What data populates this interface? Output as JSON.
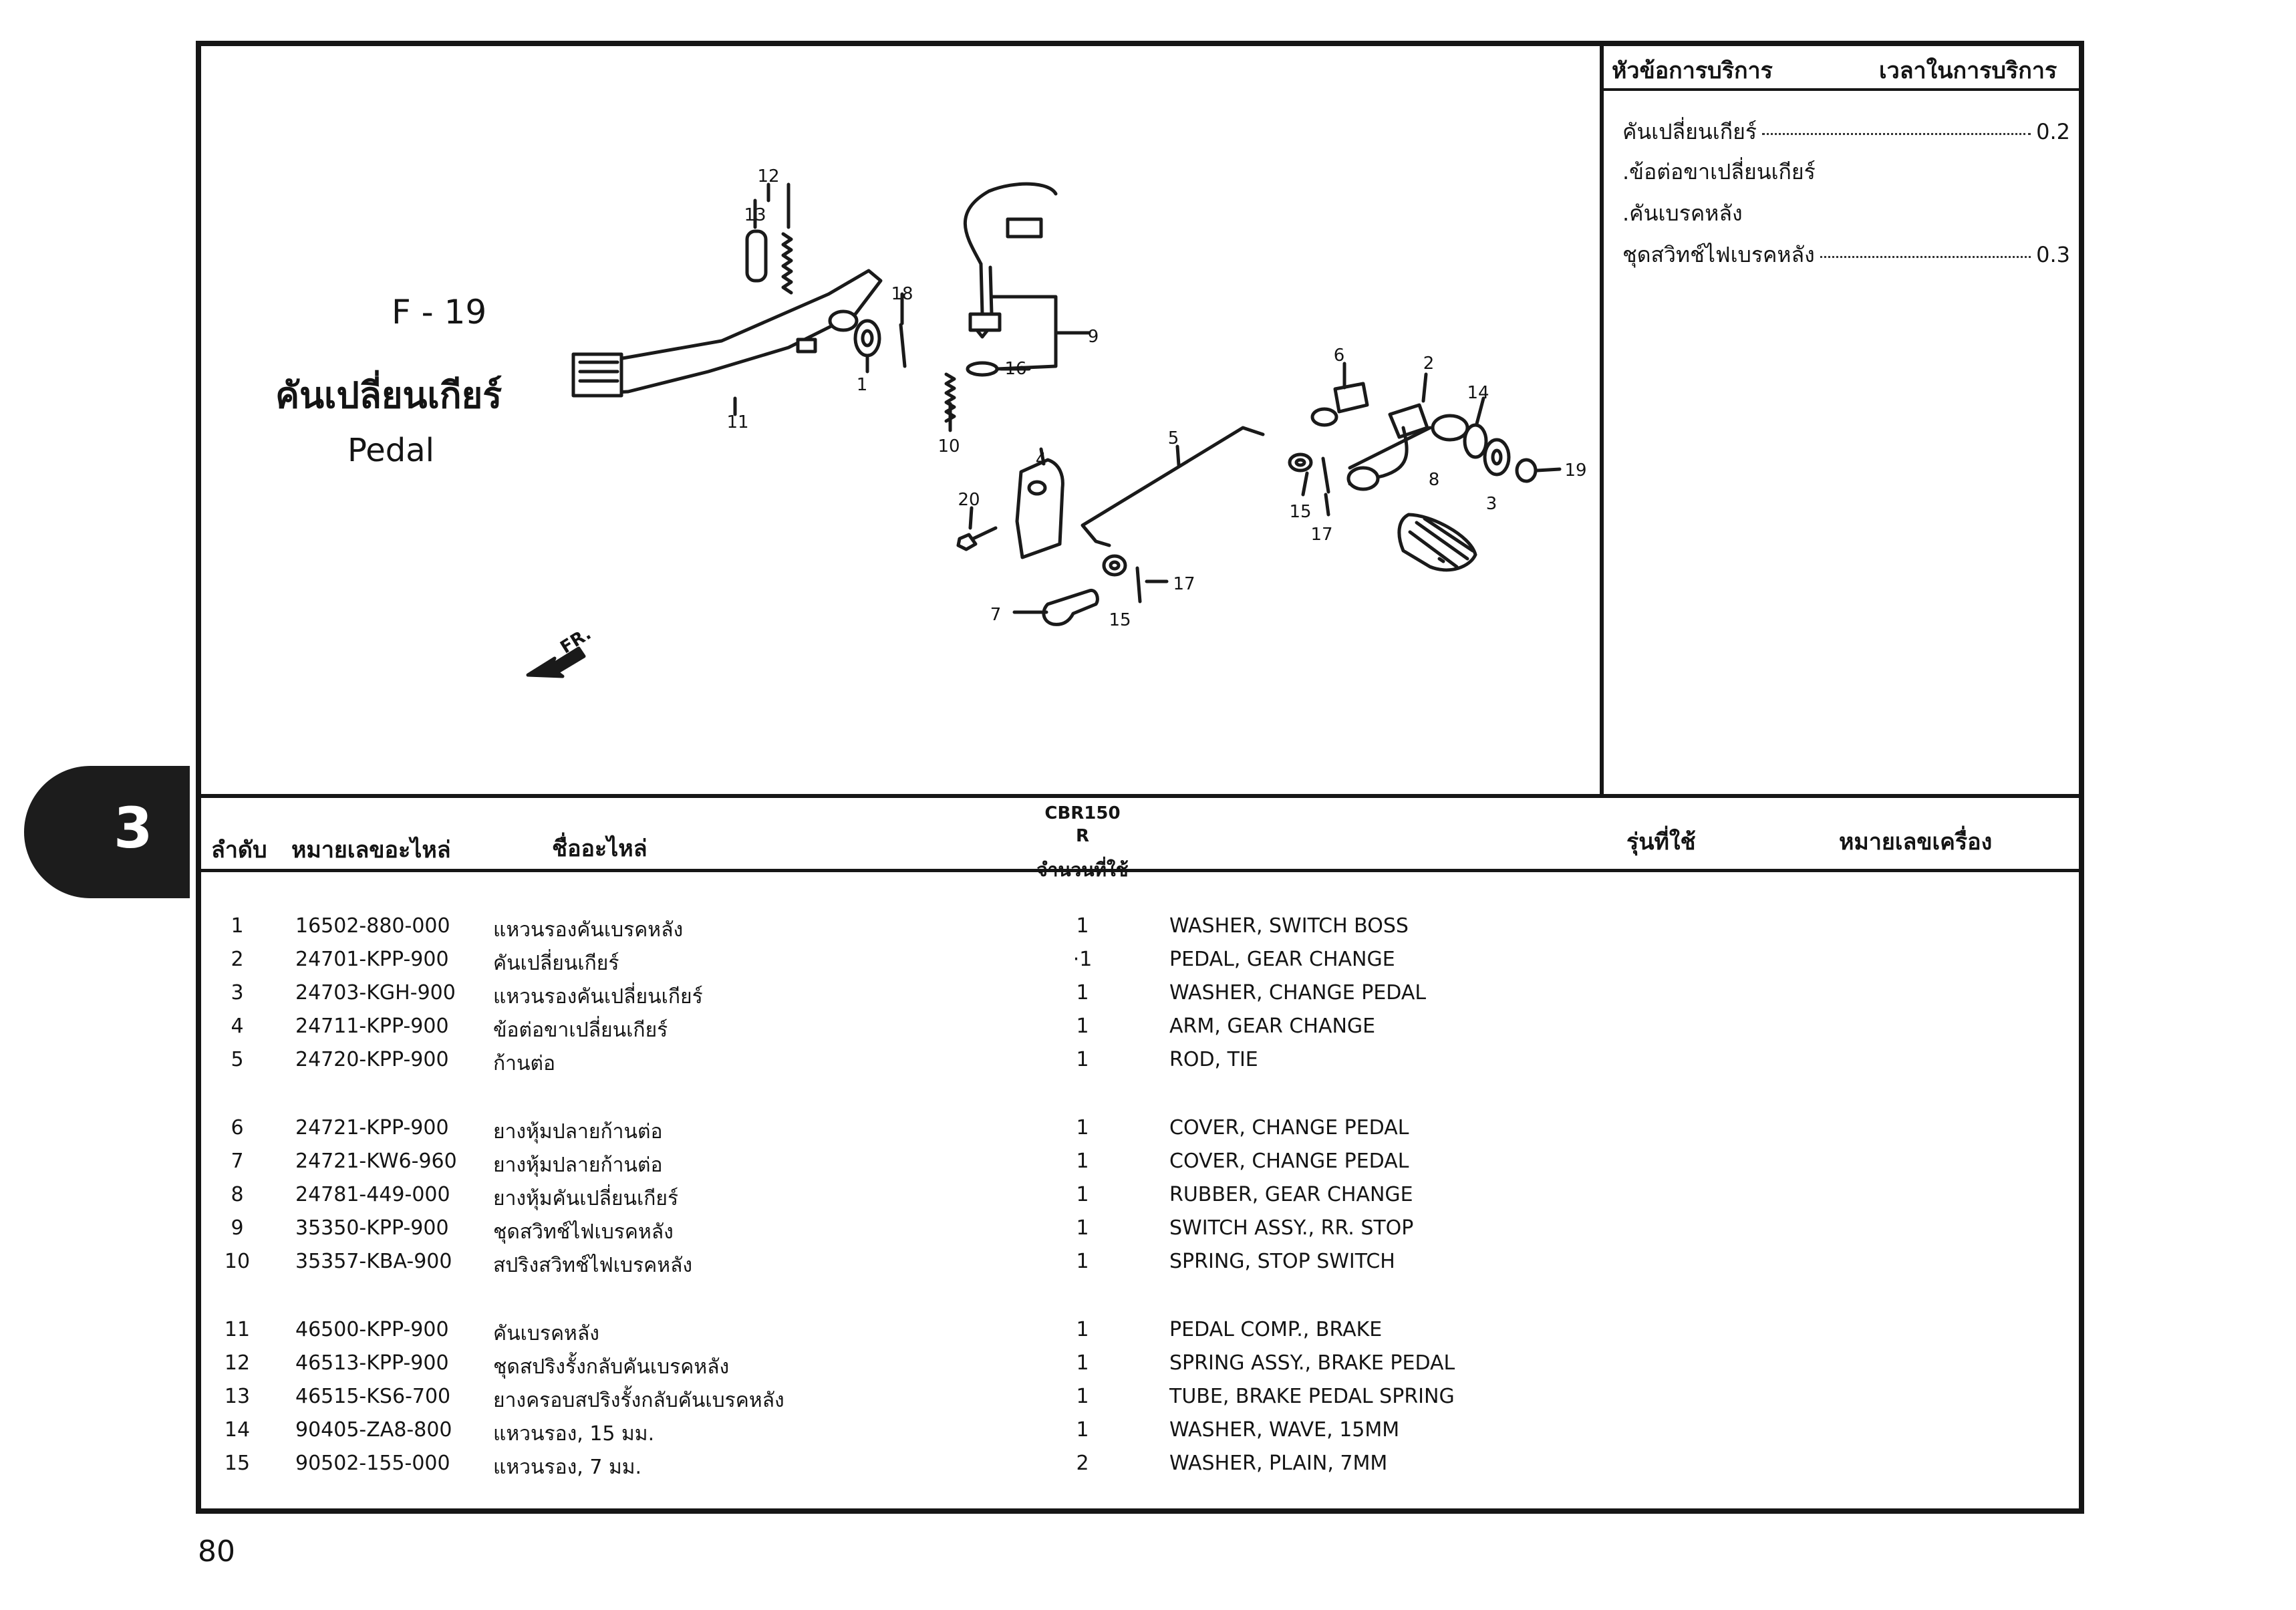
{
  "figure": {
    "code": "F - 19",
    "title_th": "คันเปลี่ยนเกียร์",
    "title_en": "Pedal",
    "front_label": "FR.",
    "callouts": [
      "12",
      "13",
      "18",
      "9",
      "16",
      "1",
      "11",
      "10",
      "6",
      "2",
      "14",
      "19",
      "3",
      "8",
      "5",
      "15",
      "17",
      "4",
      "20",
      "17",
      "15",
      "7"
    ]
  },
  "service": {
    "header_item": "หัวข้อการบริการ",
    "header_time": "เวลาในการบริการ",
    "rows": [
      {
        "label": "คันเปลี่ยนเกียร์",
        "time": "0.2"
      },
      {
        "label": ".ข้อต่อขาเปลี่ยนเกียร์",
        "time": ""
      },
      {
        "label": ".คันเบรคหลัง",
        "time": ""
      },
      {
        "label": "ชุดสวิทช์ไฟเบรคหลัง",
        "time": "0.3"
      }
    ]
  },
  "section_tab": "3",
  "table": {
    "headers": {
      "no": "ลำดับ",
      "part_no": "หมายเลขอะไหล่",
      "name": "ชื่ออะไหล่",
      "model": "CBR150",
      "model_sub": "R",
      "qty": "จำนวนที่ใช้",
      "models_used": "รุ่นที่ใช้",
      "engine_no": "หมายเลขเครื่อง"
    },
    "rows": [
      {
        "no": "1",
        "part": "16502-880-000",
        "th": "แหวนรองคันเบรคหลัง",
        "qty": "1",
        "en": "WASHER, SWITCH BOSS"
      },
      {
        "no": "2",
        "part": "24701-KPP-900",
        "th": "คันเปลี่ยนเกียร์",
        "qty": "·1",
        "en": "PEDAL, GEAR CHANGE"
      },
      {
        "no": "3",
        "part": "24703-KGH-900",
        "th": "แหวนรองคันเปลี่ยนเกียร์",
        "qty": "1",
        "en": "WASHER, CHANGE PEDAL"
      },
      {
        "no": "4",
        "part": "24711-KPP-900",
        "th": "ข้อต่อขาเปลี่ยนเกียร์",
        "qty": "1",
        "en": "ARM, GEAR CHANGE"
      },
      {
        "no": "5",
        "part": "24720-KPP-900",
        "th": "ก้านต่อ",
        "qty": "1",
        "en": "ROD, TIE"
      },
      {
        "no": "6",
        "part": "24721-KPP-900",
        "th": "ยางหุ้มปลายก้านต่อ",
        "qty": "1",
        "en": "COVER, CHANGE PEDAL"
      },
      {
        "no": "7",
        "part": "24721-KW6-960",
        "th": "ยางหุ้มปลายก้านต่อ",
        "qty": "1",
        "en": "COVER, CHANGE PEDAL"
      },
      {
        "no": "8",
        "part": "24781-449-000",
        "th": "ยางหุ้มคันเปลี่ยนเกียร์",
        "qty": "1",
        "en": "RUBBER, GEAR CHANGE"
      },
      {
        "no": "9",
        "part": "35350-KPP-900",
        "th": "ชุดสวิทช์ไฟเบรคหลัง",
        "qty": "1",
        "en": "SWITCH ASSY., RR. STOP"
      },
      {
        "no": "10",
        "part": "35357-KBA-900",
        "th": "สปริงสวิทช์ไฟเบรคหลัง",
        "qty": "1",
        "en": "SPRING, STOP SWITCH"
      },
      {
        "no": "11",
        "part": "46500-KPP-900",
        "th": "คันเบรคหลัง",
        "qty": "1",
        "en": "PEDAL COMP., BRAKE"
      },
      {
        "no": "12",
        "part": "46513-KPP-900",
        "th": "ชุดสปริงรั้งกลับคันเบรคหลัง",
        "qty": "1",
        "en": "SPRING ASSY., BRAKE PEDAL"
      },
      {
        "no": "13",
        "part": "46515-KS6-700",
        "th": "ยางครอบสปริงรั้งกลับคันเบรคหลัง",
        "qty": "1",
        "en": "TUBE, BRAKE PEDAL SPRING"
      },
      {
        "no": "14",
        "part": "90405-ZA8-800",
        "th": "แหวนรอง, 15 มม.",
        "qty": "1",
        "en": "WASHER, WAVE, 15MM"
      },
      {
        "no": "15",
        "part": "90502-155-000",
        "th": "แหวนรอง, 7 มม.",
        "qty": "2",
        "en": "WASHER, PLAIN, 7MM"
      }
    ]
  },
  "page_number": "80"
}
